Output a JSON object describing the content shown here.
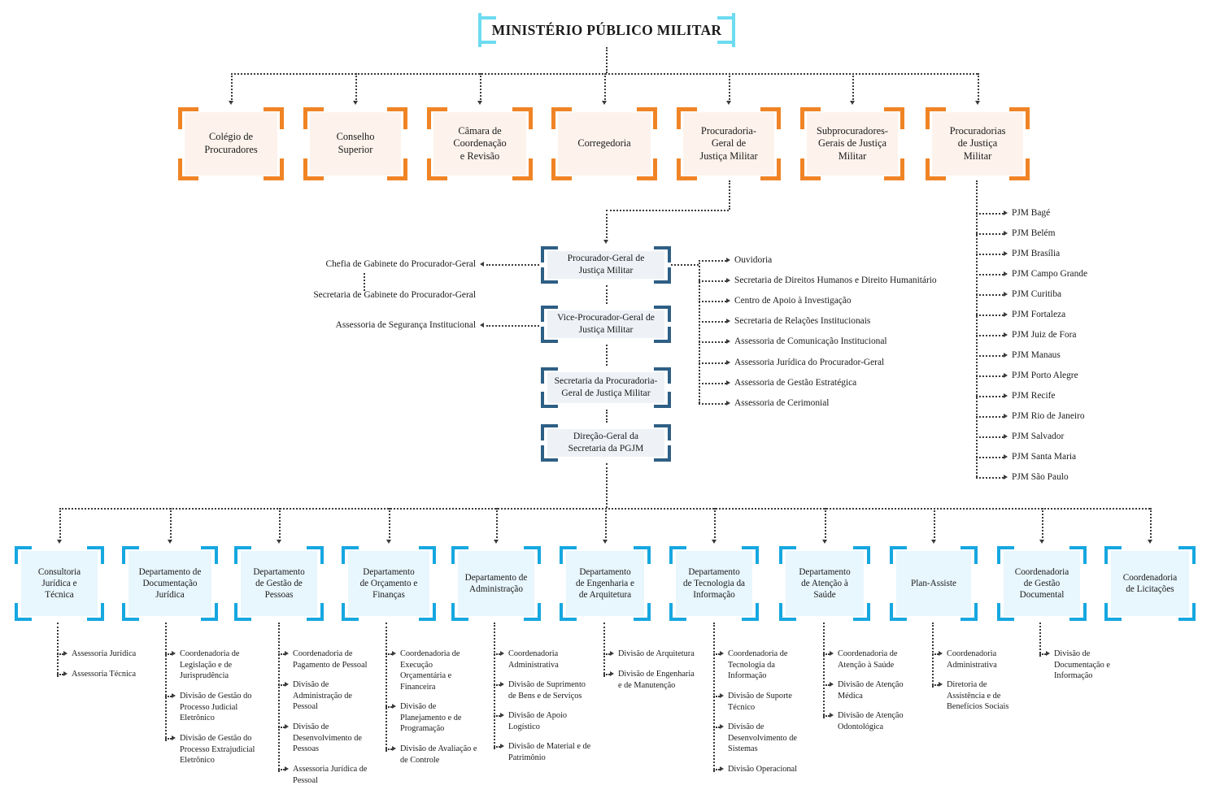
{
  "title": "MINISTÉRIO PÚBLICO MILITAR",
  "colors": {
    "title_bracket": "#6ddcf0",
    "tier1_bracket": "#f08425",
    "tier1_fill": "#fdf3ec",
    "tier2_bracket": "#2e5f85",
    "tier2_fill": "#eef2f6",
    "tier3_bracket": "#16a7e0",
    "tier3_fill": "#e8f6fd",
    "connector": "#3a3a3a"
  },
  "tier1": [
    {
      "label": "Colégio de\nProcuradores"
    },
    {
      "label": "Conselho\nSuperior"
    },
    {
      "label": "Câmara de\nCoordenação\ne Revisão"
    },
    {
      "label": "Corregedoria"
    },
    {
      "label": "Procuradoria-\nGeral de\nJustiça Militar"
    },
    {
      "label": "Subprocuradores-\nGerais de Justiça\nMilitar"
    },
    {
      "label": "Procuradorias\nde Justiça\nMilitar"
    }
  ],
  "spine": [
    {
      "label": "Procurador-Geral de\nJustiça Militar"
    },
    {
      "label": "Vice-Procurador-Geral de\nJustiça Militar"
    },
    {
      "label": "Secretaria da Procuradoria-\nGeral de Justiça Militar"
    },
    {
      "label": "Direção-Geral da\nSecretaria da PGJM"
    }
  ],
  "left_labels": [
    {
      "label": "Chefia de Gabinete do Procurador-Geral"
    },
    {
      "label": "Secretaria de Gabinete do Procurador-Geral"
    },
    {
      "label": "Assessoria de Segurança Institucional"
    }
  ],
  "pgjm_units": [
    "Ouvidoria",
    "Secretaria de Direitos Humanos e Direito Humanitário",
    "Centro de Apoio à Investigação",
    "Secretaria de Relações Institucionais",
    "Assessoria de Comunicação Institucional",
    "Assessoria Jurídica do Procurador-Geral",
    "Assessoria de Gestão Estratégica",
    "Assessoria de Cerimonial"
  ],
  "pjm_units": [
    "PJM Bagé",
    "PJM Belém",
    "PJM Brasília",
    "PJM Campo Grande",
    "PJM Curitiba",
    "PJM Fortaleza",
    "PJM Juiz de Fora",
    "PJM Manaus",
    "PJM Porto Alegre",
    "PJM Recife",
    "PJM Rio de Janeiro",
    "PJM Salvador",
    "PJM Santa Maria",
    "PJM São Paulo"
  ],
  "departments": [
    {
      "label": "Consultoria\nJurídica e\nTécnica",
      "children": [
        "Assessoria Jurídica",
        "Assessoria Técnica"
      ]
    },
    {
      "label": "Departamento de\nDocumentação\nJurídica",
      "children": [
        "Coordenadoria de Legislação e de Jurisprudência",
        "Divisão de Gestão do Processo Judicial Eletrônico",
        "Divisão de Gestão do Processo Extrajudicial Eletrônico"
      ]
    },
    {
      "label": "Departamento\nde Gestão  de\nPessoas",
      "children": [
        "Coordenadoria de Pagamento de Pessoal",
        "Divisão de Administração de Pessoal",
        "Divisão de Desenvolvimento de Pessoas",
        "Assessoria Jurídica de Pessoal"
      ]
    },
    {
      "label": "Departamento\nde Orçamento e\nFinanças",
      "children": [
        "Coordenadoria de Execução Orçamentária e Financeira",
        "Divisão de Planejamento e de Programação",
        "Divisão de Avaliação e de Controle"
      ]
    },
    {
      "label": "Departamento de\nAdministração",
      "children": [
        "Coordenadoria Administrativa",
        "Divisão de Suprimento de Bens e de Serviços",
        "Divisão de Apoio Logístico",
        "Divisão de Material e de Patrimônio"
      ]
    },
    {
      "label": "Departamento\nde Engenharia e\nde Arquitetura",
      "children": [
        "Divisão de Arquitetura",
        "Divisão de Engenharia e de Manutenção"
      ]
    },
    {
      "label": "Departamento\nde Tecnologia da\nInformação",
      "children": [
        "Coordenadoria de Tecnologia da Informação",
        "Divisão de Suporte Técnico",
        "Divisão de Desenvolvimento de Sistemas",
        "Divisão Operacional"
      ]
    },
    {
      "label": "Departamento\nde Atenção à\nSaúde",
      "children": [
        "Coordenadoria de Atenção à Saúde",
        "Divisão de Atenção Médica",
        "Divisão de Atenção Odontológica"
      ]
    },
    {
      "label": "Plan-Assiste",
      "children": [
        "Coordenadoria Administrativa",
        "Diretoria de Assistência e de Benefícios Sociais"
      ]
    },
    {
      "label": "Coordenadoria\nde Gestão\nDocumental",
      "children": [
        "Divisão de Documentação e Informação"
      ]
    },
    {
      "label": "Coordenadoria\nde Licitações",
      "children": []
    }
  ]
}
